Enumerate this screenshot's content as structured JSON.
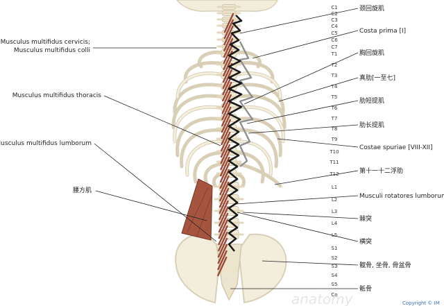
{
  "labels_left": {
    "cervicis": "Musculus multifidus cervicis;",
    "colli": "Musculus multifidus colli",
    "thoracis": "Musculus multifidus thoracis",
    "lumborum": "Musculus multifidus lumborum",
    "quadratus": "腰方肌"
  },
  "labels_right": {
    "rotatores_colli": "颈回旋肌",
    "costa_prima": "Costa prima [I]",
    "rotatores_thoracis": "胸回旋肌",
    "costae_verae": "真肋[一至七]",
    "levatores_breves": "肋短提肌",
    "levatores_longi": "肋长提肌",
    "costae_spuriae": "Costae spuriae [VIII-XII]",
    "costae_fluctuantes": "第十一十二浮肋",
    "rotatores_lumborum": "Musculi rotatores lumborum",
    "spinous": "棘突",
    "transverse": "横突",
    "hip_bones": "髋骨, 坐骨, 骨盆骨",
    "sacrum": "骶骨"
  },
  "levels": [
    "C1",
    "C2",
    "C3",
    "C4",
    "C5",
    "C6",
    "C7",
    "T1",
    "T2",
    "T3",
    "T4",
    "T5",
    "T6",
    "T7",
    "T8",
    "T9",
    "T10",
    "T11",
    "T12",
    "L1",
    "L2",
    "L3",
    "L4",
    "L5",
    "S1",
    "S2",
    "S3",
    "S4",
    "S5",
    "Co"
  ],
  "watermark": "anatomy",
  "copyright": "Copyright © IM",
  "colors": {
    "muscle": "#9b4a3a",
    "bone": "#d8cfb6",
    "rotatores": "#1a1a1a",
    "levatores": "#8e8e8e"
  }
}
